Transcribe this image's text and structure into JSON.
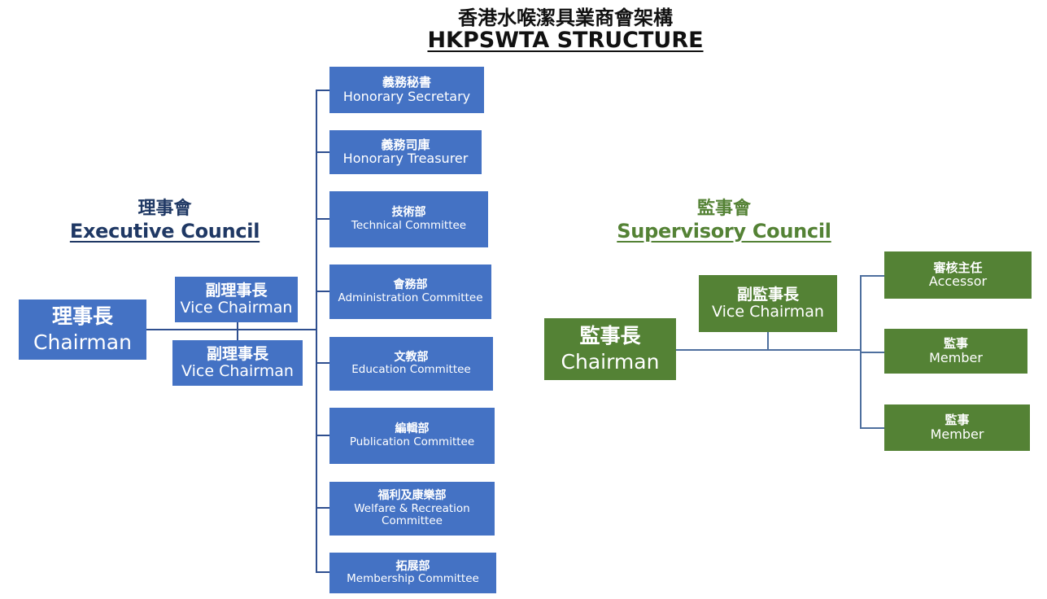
{
  "title": {
    "zh": "香港水喉潔具業商會架構",
    "en": "HKPSWTA STRUCTURE"
  },
  "colors": {
    "executive": "#1f3864",
    "supervisory": "#548235",
    "blue_box": "#4472c4",
    "green_box": "#548235"
  },
  "executive": {
    "heading_zh": "理事會",
    "heading_en": "Executive Council",
    "chairman": {
      "zh": "理事長",
      "en": "Chairman"
    },
    "vice_chairmen": [
      {
        "zh": "副理事長",
        "en": "Vice Chairman"
      },
      {
        "zh": "副理事長",
        "en": "Vice Chairman"
      }
    ],
    "committees": [
      {
        "zh": "義務秘書",
        "en": "Honorary Secretary"
      },
      {
        "zh": "義務司庫",
        "en": "Honorary Treasurer"
      },
      {
        "zh": "技術部",
        "en": "Technical Committee"
      },
      {
        "zh": "會務部",
        "en": "Administration Committee"
      },
      {
        "zh": "文教部",
        "en": "Education Committee"
      },
      {
        "zh": "編輯部",
        "en": "Publication Committee"
      },
      {
        "zh": "福利及康樂部",
        "en": "Welfare & Recreation",
        "en2": "Committee"
      },
      {
        "zh": "拓展部",
        "en": "Membership Committee"
      }
    ]
  },
  "supervisory": {
    "heading_zh": "監事會",
    "heading_en": "Supervisory Council",
    "chairman": {
      "zh": "監事長",
      "en": "Chairman"
    },
    "vice_chairman": {
      "zh": "副監事長",
      "en": "Vice Chairman"
    },
    "members": [
      {
        "zh": "審核主任",
        "en": "Accessor"
      },
      {
        "zh": "監事",
        "en": "Member"
      },
      {
        "zh": "監事",
        "en": "Member"
      }
    ]
  }
}
